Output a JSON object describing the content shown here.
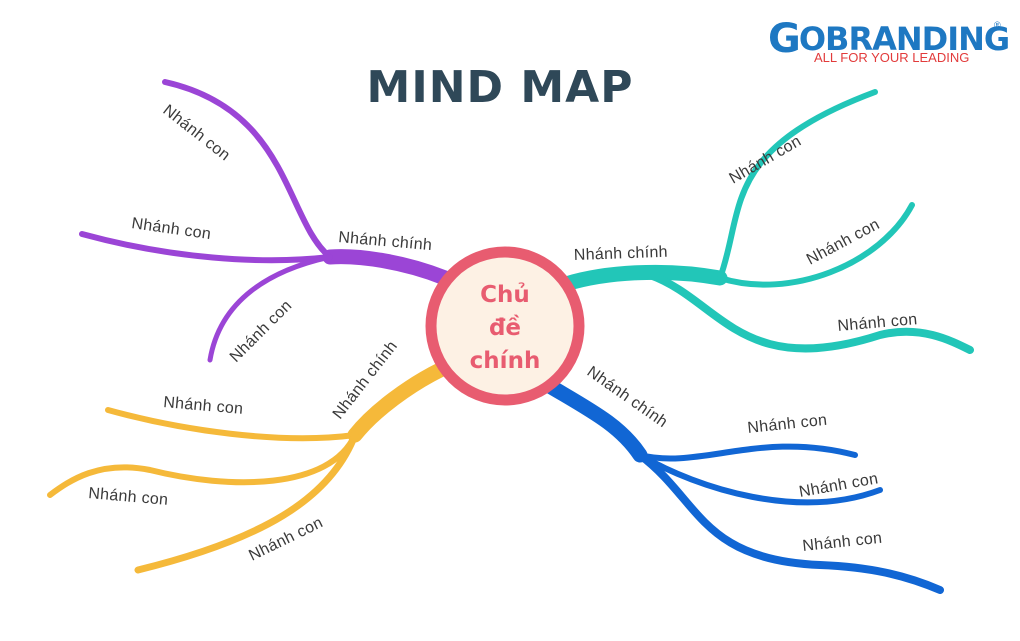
{
  "title": "MIND MAP",
  "logo": {
    "wordmark_first": "G",
    "wordmark_rest": "OBRANDING",
    "registered": "®",
    "tagline": "ALL FOR YOUR LEADING"
  },
  "center": {
    "lines": [
      "Chủ",
      "đề",
      "chính"
    ]
  },
  "branches": [
    {
      "label": "Nhánh chính",
      "subs": [
        "Nhánh con",
        "Nhánh con",
        "Nhánh con"
      ]
    },
    {
      "label": "Nhánh chính",
      "subs": [
        "Nhánh con",
        "Nhánh con",
        "Nhánh con"
      ]
    },
    {
      "label": "Nhánh chính",
      "subs": [
        "Nhánh con",
        "Nhánh con",
        "Nhánh con"
      ]
    },
    {
      "label": "Nhánh chính",
      "subs": [
        "Nhánh con",
        "Nhánh con",
        "Nhánh con"
      ]
    }
  ],
  "colors": {
    "title": "#2f4858",
    "center_ring": "#e85c70",
    "center_fill": "#fdf1e4",
    "center_text": "#e85c70",
    "purple": "#9b45d6",
    "teal": "#22c6b8",
    "yellow": "#f5b93a",
    "blue": "#1166d4",
    "logo_blue": "#1e78c2",
    "logo_red": "#e23b3b"
  }
}
